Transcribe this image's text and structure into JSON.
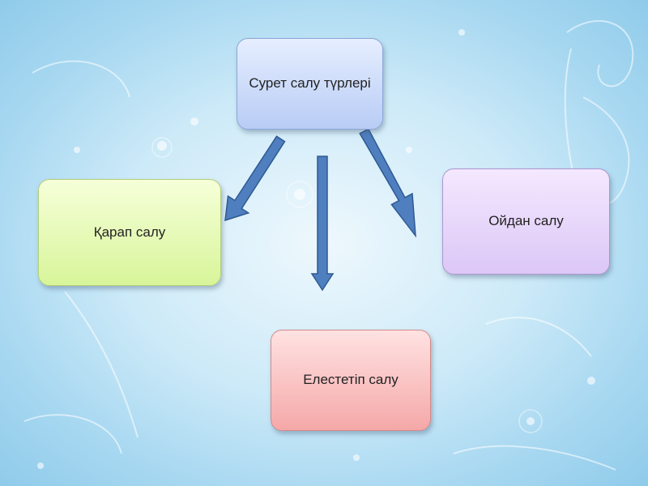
{
  "diagram": {
    "root": {
      "label": "Сурет салу түрлері"
    },
    "children": [
      {
        "label": "Қарап салу"
      },
      {
        "label": "Ойдан салу"
      },
      {
        "label": "Елестетіп салу"
      }
    ]
  },
  "colors": {
    "arrow_fill": "#4f7fbf",
    "arrow_stroke": "#2f5a92",
    "background": "#a8d8f1"
  }
}
